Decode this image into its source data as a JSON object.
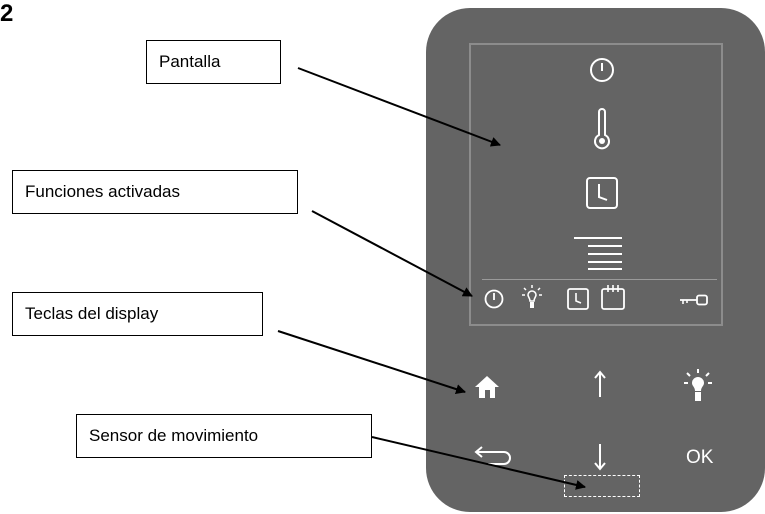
{
  "figure_number": "2",
  "callouts": {
    "pantalla": "Pantalla",
    "funciones": "Funciones activadas",
    "teclas": "Teclas del display",
    "sensor": "Sensor de movimiento"
  },
  "device": {
    "keys": {
      "ok_label": "OK"
    },
    "colors": {
      "body": "#646464",
      "glyph": "#ffffff",
      "lcd_border": "#8c8c8c"
    }
  }
}
